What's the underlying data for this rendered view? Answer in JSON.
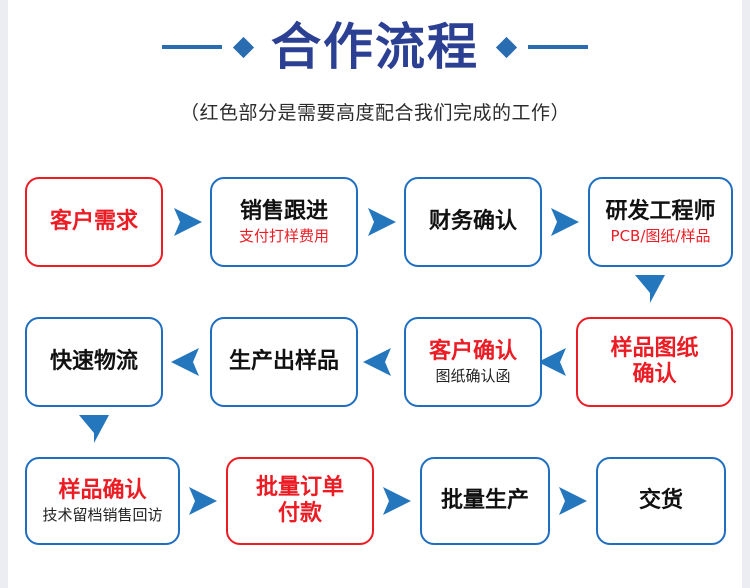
{
  "header": {
    "title": "合作流程",
    "subtitle": "（红色部分是需要高度配合我们完成的工作）",
    "deco_left_icon": "diamond-icon",
    "deco_right_icon": "diamond-icon"
  },
  "colors": {
    "title_blue": "#2b3f93",
    "accent_blue": "#1f6ebf",
    "arrow_blue": "#2476bd",
    "highlight_red": "#ec1c24",
    "page_background": "#ffffff",
    "canvas_background": "#ebedf2"
  },
  "flow": {
    "rows": [
      {
        "direction": "left-to-right",
        "steps": [
          {
            "main": "客户需求",
            "sub": "",
            "border": "red",
            "main_color": "red"
          },
          {
            "main": "销售跟进",
            "sub": "支付打样费用",
            "border": "blue",
            "main_color": "black",
            "sub_color": "red"
          },
          {
            "main": "财务确认",
            "sub": "",
            "border": "blue",
            "main_color": "black"
          },
          {
            "main": "研发工程师",
            "sub": "PCB/图纸/样品",
            "border": "blue",
            "main_color": "black",
            "sub_color": "red"
          }
        ]
      },
      {
        "direction": "right-to-left",
        "steps": [
          {
            "main": "快速物流",
            "sub": "",
            "border": "blue",
            "main_color": "black"
          },
          {
            "main": "生产出样品",
            "sub": "",
            "border": "blue",
            "main_color": "black"
          },
          {
            "main": "客户确认",
            "sub": "图纸确认函",
            "border": "blue",
            "main_color": "red",
            "sub_color": "dark"
          },
          {
            "main": "样品图纸\n确认",
            "sub": "",
            "border": "red",
            "main_color": "red"
          }
        ]
      },
      {
        "direction": "left-to-right",
        "steps": [
          {
            "main": "样品确认",
            "sub": "技术留档销售回访",
            "border": "blue",
            "main_color": "red",
            "sub_color": "dark"
          },
          {
            "main": "批量订单\n付款",
            "sub": "",
            "border": "red",
            "main_color": "red"
          },
          {
            "main": "批量生产",
            "sub": "",
            "border": "blue",
            "main_color": "black"
          },
          {
            "main": "交货",
            "sub": "",
            "border": "blue",
            "main_color": "black"
          }
        ]
      }
    ],
    "connectors": {
      "row1_to_row2": "down-arrow-icon",
      "row2_to_row3": "down-arrow-icon",
      "horizontal": "right-arrow-icon",
      "horizontal_reverse": "left-arrow-icon"
    }
  }
}
